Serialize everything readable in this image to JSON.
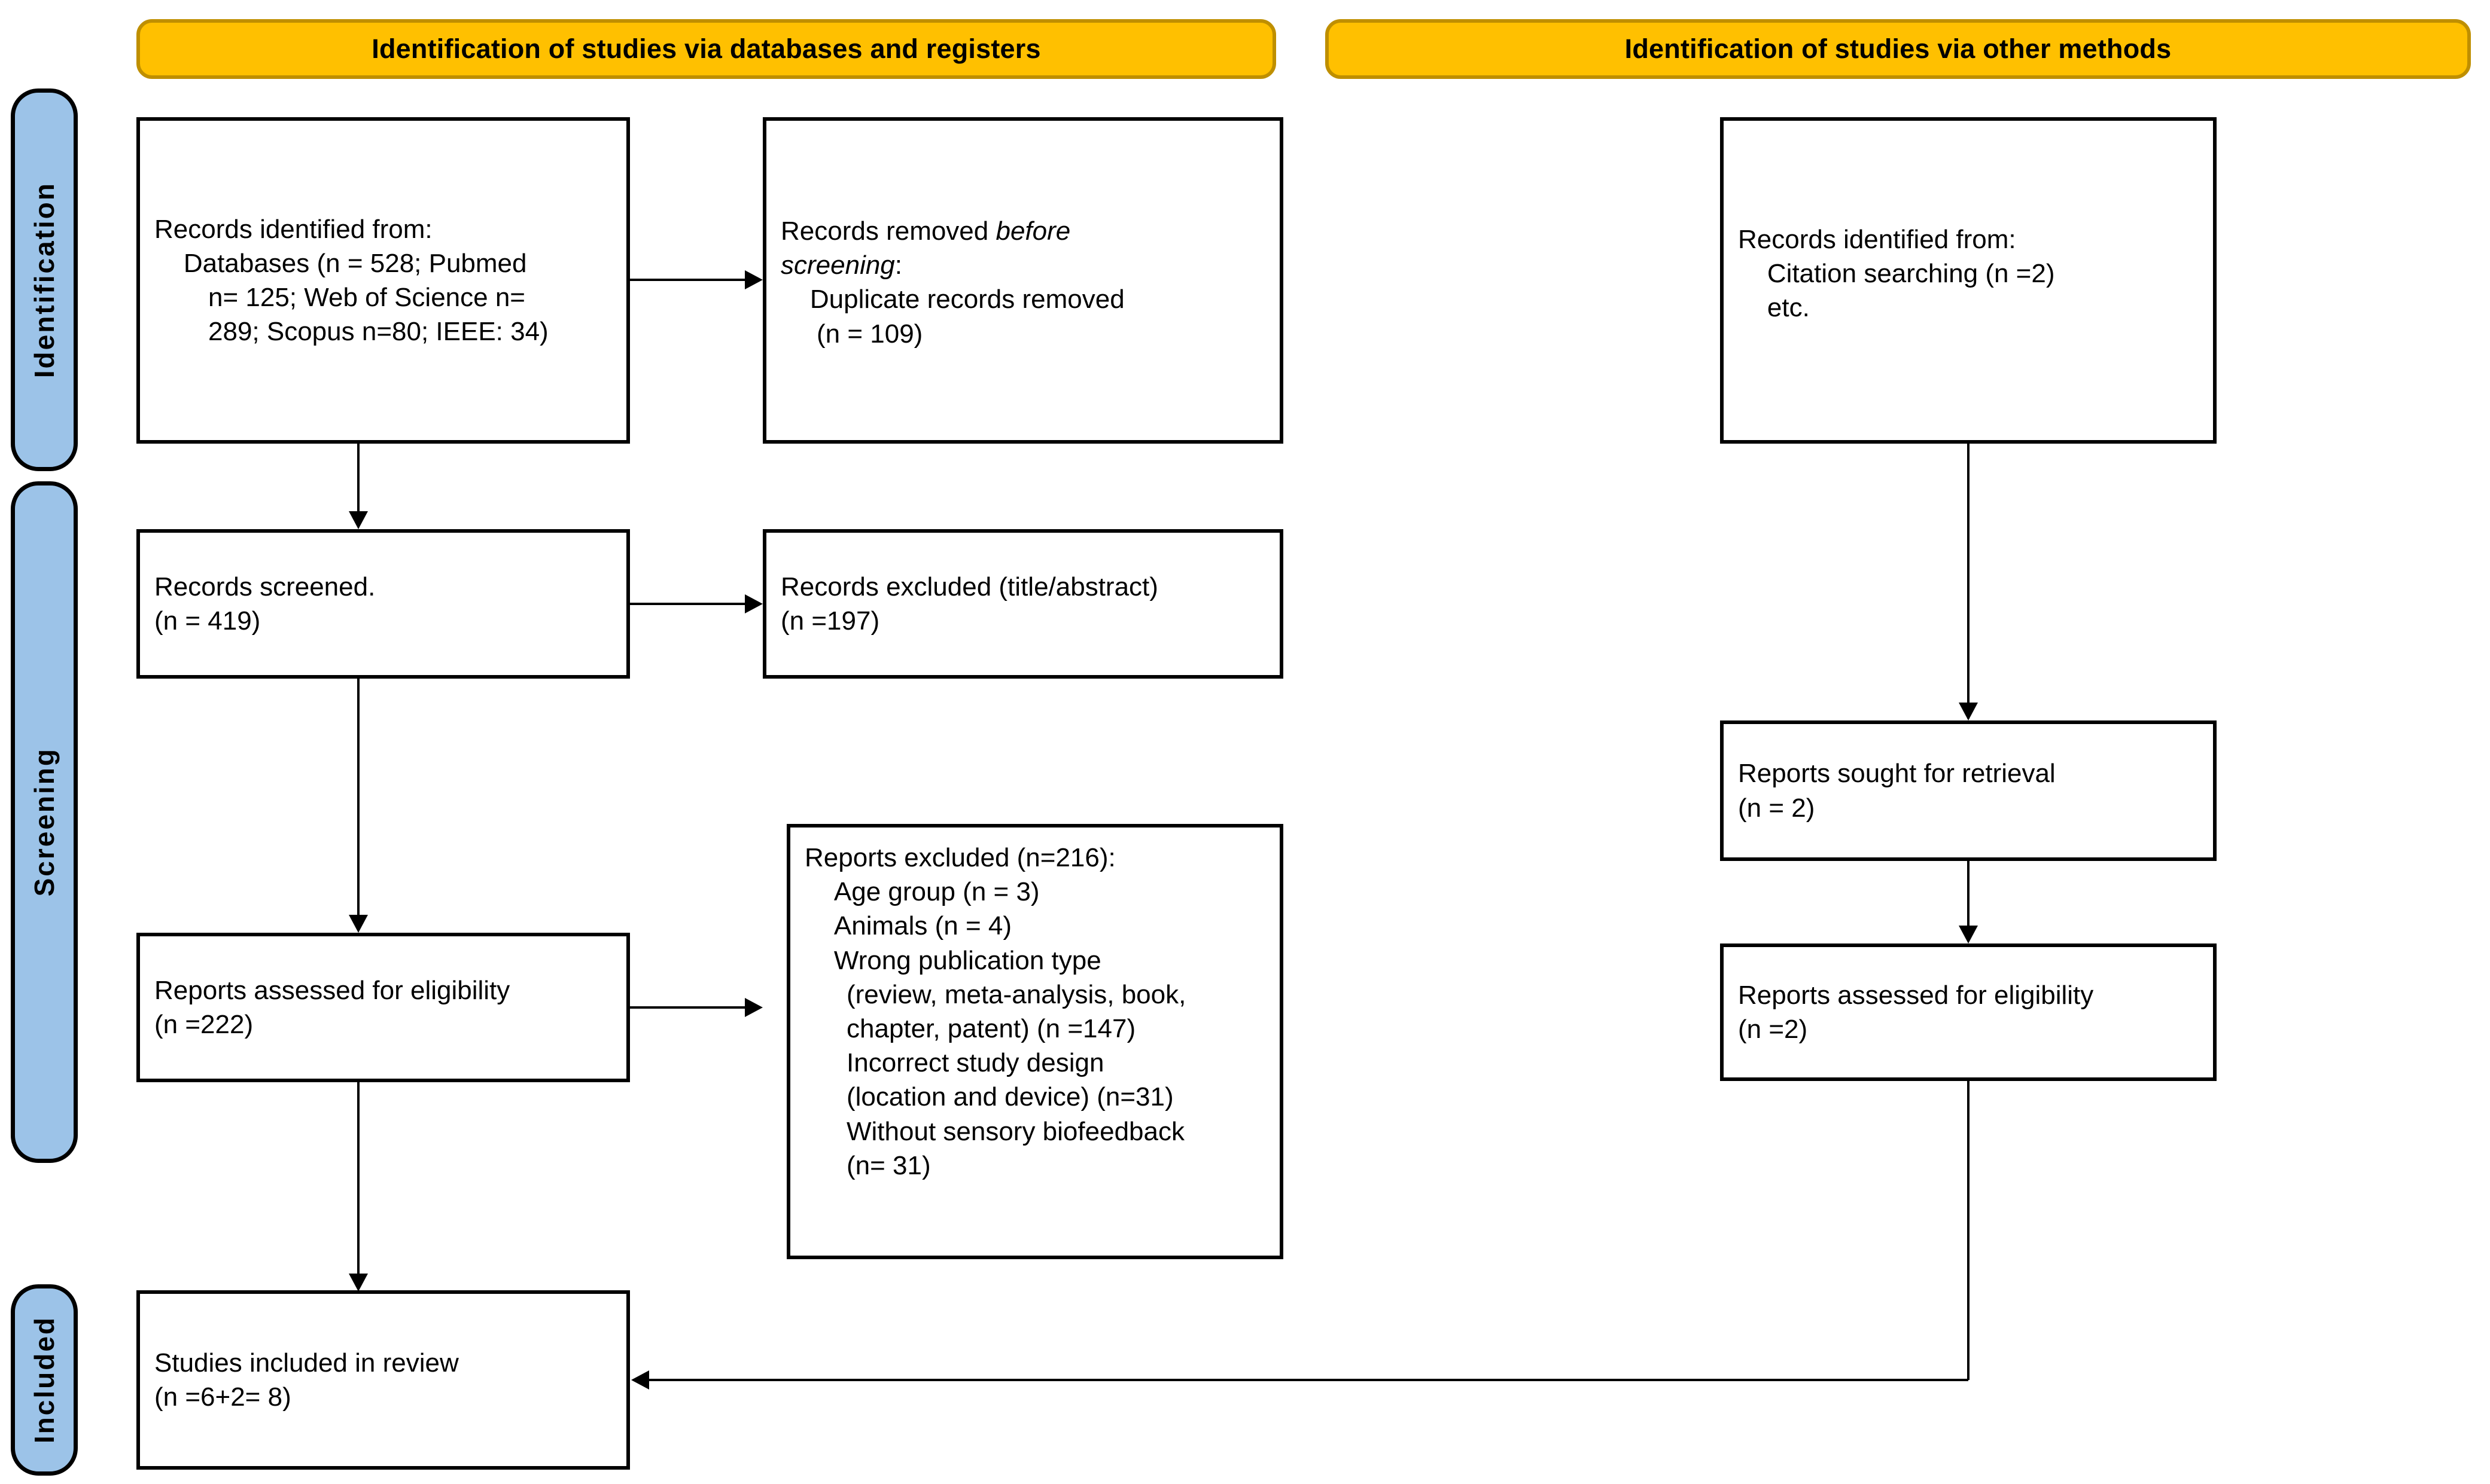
{
  "diagram": {
    "title": "PRISMA 2020 flow diagram",
    "colors": {
      "phase_pill_fill": "#9CC3E8",
      "header_fill": "#FFC000",
      "header_border": "#BF8F00",
      "box_border": "#000000",
      "background": "#FFFFFF"
    }
  },
  "phases": [
    {
      "id": "identification",
      "label": "Identification"
    },
    {
      "id": "screening",
      "label": "Screening"
    },
    {
      "id": "included",
      "label": "Included"
    }
  ],
  "columns": [
    {
      "id": "databases",
      "header": "Identification of studies via databases and registers"
    },
    {
      "id": "other-methods",
      "header": "Identification of studies via other methods"
    }
  ],
  "boxes": {
    "records_identified": {
      "line1": "Records identified from:",
      "line2": "    Databases (n = 528; Pubmed",
      "line3": "n= 125; Web of Science n=",
      "line4": "289; Scopus n=80; IEEE: 34)"
    },
    "records_removed": {
      "line1_a": "Records removed ",
      "line1_b": "before",
      "line2_b": "screening",
      "line2_a": ":",
      "line3": "    Duplicate records removed",
      "line4": "(n = 109)"
    },
    "records_screened": {
      "line1": "Records screened.",
      "line2": "(n = 419)"
    },
    "records_excluded": {
      "line1": "Records excluded (title/abstract)",
      "line2": "(n =197)"
    },
    "reports_assessed_left": {
      "line1": "Reports assessed for eligibility",
      "line2": "(n =222)"
    },
    "reports_excluded": {
      "line1": "Reports excluded (n=216):",
      "line2": "    Age group (n = 3)",
      "line3": "    Animals (n = 4)",
      "line4": "    Wrong publication type",
      "line5": "(review, meta-analysis, book,",
      "line6": "chapter, patent) (n =147)",
      "line7": "Incorrect study design",
      "line8": "(location and device) (n=31)",
      "line9": "Without sensory biofeedback",
      "line10": "(n= 31)"
    },
    "studies_included": {
      "line1": "Studies included in review",
      "line2": "(n =6+2= 8)"
    },
    "records_identified_other": {
      "line1": "Records identified from:",
      "line2": "    Citation searching (n =2)",
      "line3": "    etc."
    },
    "reports_sought": {
      "line1": "Reports sought for retrieval",
      "line2": "(n = 2)"
    },
    "reports_assessed_right": {
      "line1": "Reports assessed for eligibility",
      "line2": "(n =2)"
    }
  },
  "chart_data": {
    "type": "diagram",
    "title": "PRISMA 2020 flow diagram",
    "nodes": [
      {
        "id": "records_identified",
        "column": "databases",
        "phase": "identification",
        "label": "Records identified from: Databases",
        "counts": {
          "total": 528,
          "Pubmed": 125,
          "Web of Science": 289,
          "Scopus": 80,
          "IEEE": 34
        }
      },
      {
        "id": "records_removed",
        "column": "databases",
        "phase": "identification",
        "label": "Records removed before screening: Duplicate records removed",
        "counts": {
          "duplicates": 109
        }
      },
      {
        "id": "records_screened",
        "column": "databases",
        "phase": "screening",
        "label": "Records screened.",
        "counts": {
          "n": 419
        }
      },
      {
        "id": "records_excluded",
        "column": "databases",
        "phase": "screening",
        "label": "Records excluded (title/abstract)",
        "counts": {
          "n": 197
        }
      },
      {
        "id": "reports_assessed_left",
        "column": "databases",
        "phase": "screening",
        "label": "Reports assessed for eligibility",
        "counts": {
          "n": 222
        }
      },
      {
        "id": "reports_excluded",
        "column": "databases",
        "phase": "screening",
        "label": "Reports excluded",
        "counts": {
          "total": 216,
          "Age group": 3,
          "Animals": 4,
          "Wrong publication type (review, meta-analysis, book, chapter, patent)": 147,
          "Incorrect study design (location and device)": 31,
          "Without sensory biofeedback": 31
        }
      },
      {
        "id": "records_identified_other",
        "column": "other-methods",
        "phase": "identification",
        "label": "Records identified from: Citation searching",
        "counts": {
          "Citation searching": 2
        }
      },
      {
        "id": "reports_sought",
        "column": "other-methods",
        "phase": "screening",
        "label": "Reports sought for retrieval",
        "counts": {
          "n": 2
        }
      },
      {
        "id": "reports_assessed_right",
        "column": "other-methods",
        "phase": "screening",
        "label": "Reports assessed for eligibility",
        "counts": {
          "n": 2
        }
      },
      {
        "id": "studies_included",
        "column": "databases",
        "phase": "included",
        "label": "Studies included in review",
        "counts": {
          "from_databases": 6,
          "from_other": 2,
          "total": 8
        }
      }
    ],
    "edges": [
      {
        "from": "records_identified",
        "to": "records_removed"
      },
      {
        "from": "records_identified",
        "to": "records_screened"
      },
      {
        "from": "records_screened",
        "to": "records_excluded"
      },
      {
        "from": "records_screened",
        "to": "reports_assessed_left"
      },
      {
        "from": "reports_assessed_left",
        "to": "reports_excluded"
      },
      {
        "from": "reports_assessed_left",
        "to": "studies_included"
      },
      {
        "from": "records_identified_other",
        "to": "reports_sought"
      },
      {
        "from": "reports_sought",
        "to": "reports_assessed_right"
      },
      {
        "from": "reports_assessed_right",
        "to": "studies_included"
      }
    ]
  }
}
